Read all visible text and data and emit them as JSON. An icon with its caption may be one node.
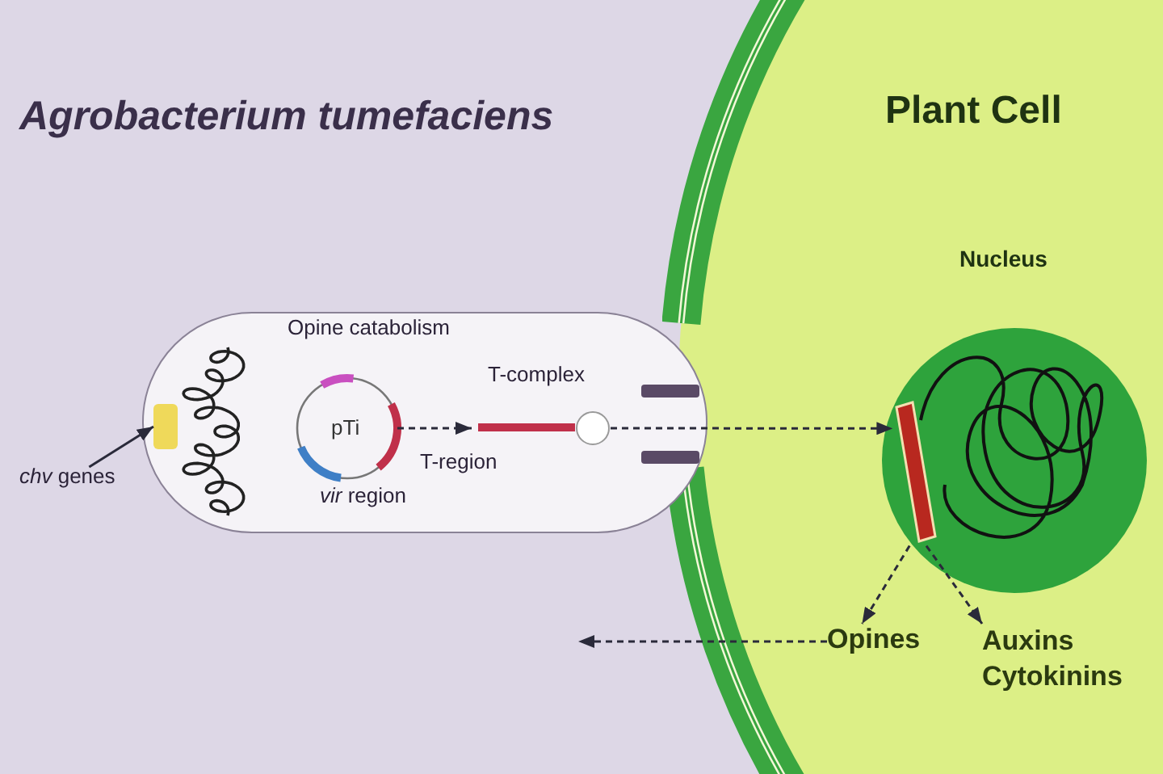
{
  "diagram": {
    "nodes": [
      {
        "text": [
          "Agrobacterium tumefaciens"
        ]
      },
      {
        "text": [],
        "shape": "picture",
        "in": 0
      },
      {
        "text": [
          "*chv* genes"
        ]
      },
      {
        "text": [],
        "shape": "box",
        "in": 0
      },
      {
        "text": [
          "pTi"
        ],
        "beside": [
          "Opine catabolism",
          "T-region",
          "*vir* region"
        ],
        "in": 0
      },
      {
        "text": [
          "T-complex"
        ],
        "in": 0
      },
      {
        "text": [
          "Plant Cell"
        ]
      },
      {
        "text": [
          "Nucleus"
        ],
        "in": 6
      },
      {
        "text": [],
        "shape": "bar",
        "in": 7
      },
      {
        "text": [
          "Opines"
        ],
        "in": 6
      },
      {
        "text": [
          "Auxins Cytokinins"
        ],
        "in": 6
      }
    ],
    "edges": [
      {
        "from": 2,
        "to": 3,
        "arrow": "to"
      },
      {
        "from": 4,
        "to": 5,
        "arrow": "to",
        "style": "dashed"
      },
      {
        "from": 5,
        "to": 8,
        "arrow": "to",
        "style": "dashed"
      },
      {
        "from": 8,
        "to": 9,
        "arrow": "to",
        "style": "dashed"
      },
      {
        "from": 8,
        "to": 10,
        "arrow": "to",
        "style": "dashed"
      },
      {
        "from": 9,
        "to": null,
        "arrow": "to",
        "style": "dashed"
      }
    ]
  }
}
